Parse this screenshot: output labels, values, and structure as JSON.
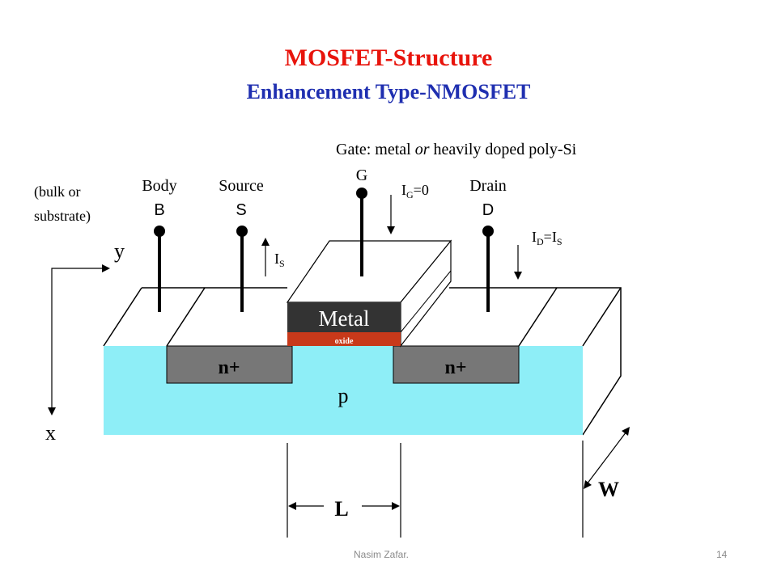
{
  "slide": {
    "title": "MOSFET-Structure",
    "subtitle": "Enhancement Type-NMOSFET"
  },
  "diagram": {
    "gate_note": "Gate: metal or heavily doped poly-Si",
    "gate_note_parts": [
      "Gate: metal ",
      "or",
      " heavily doped poly-Si"
    ],
    "gate_letter": "G",
    "bulk_note_line1": "(bulk or",
    "bulk_note_line2": "substrate)",
    "body_label": "Body",
    "body_letter": "B",
    "source_label": "Source",
    "source_letter": "S",
    "drain_label": "Drain",
    "drain_letter": "D",
    "ig_label": "I",
    "ig_sub": "G",
    "ig_value": "=0",
    "is_label": "I",
    "is_sub": "S",
    "id_label": "I",
    "id_sub": "D",
    "id_eq": "=I",
    "id_eq_sub": "S",
    "metal_label": "Metal",
    "oxide_label": "oxide",
    "n_plus_left": "n+",
    "n_plus_right": "n+",
    "p_label": "p",
    "axis_y": "y",
    "axis_x": "x",
    "dim_l": "L",
    "dim_w": "W",
    "colors": {
      "substrate": "#8eeef7",
      "n_plus": "#777777",
      "metal": "#333333",
      "oxide": "#c8391a"
    }
  },
  "footer": {
    "author": "Nasim Zafar.",
    "page": "14"
  }
}
